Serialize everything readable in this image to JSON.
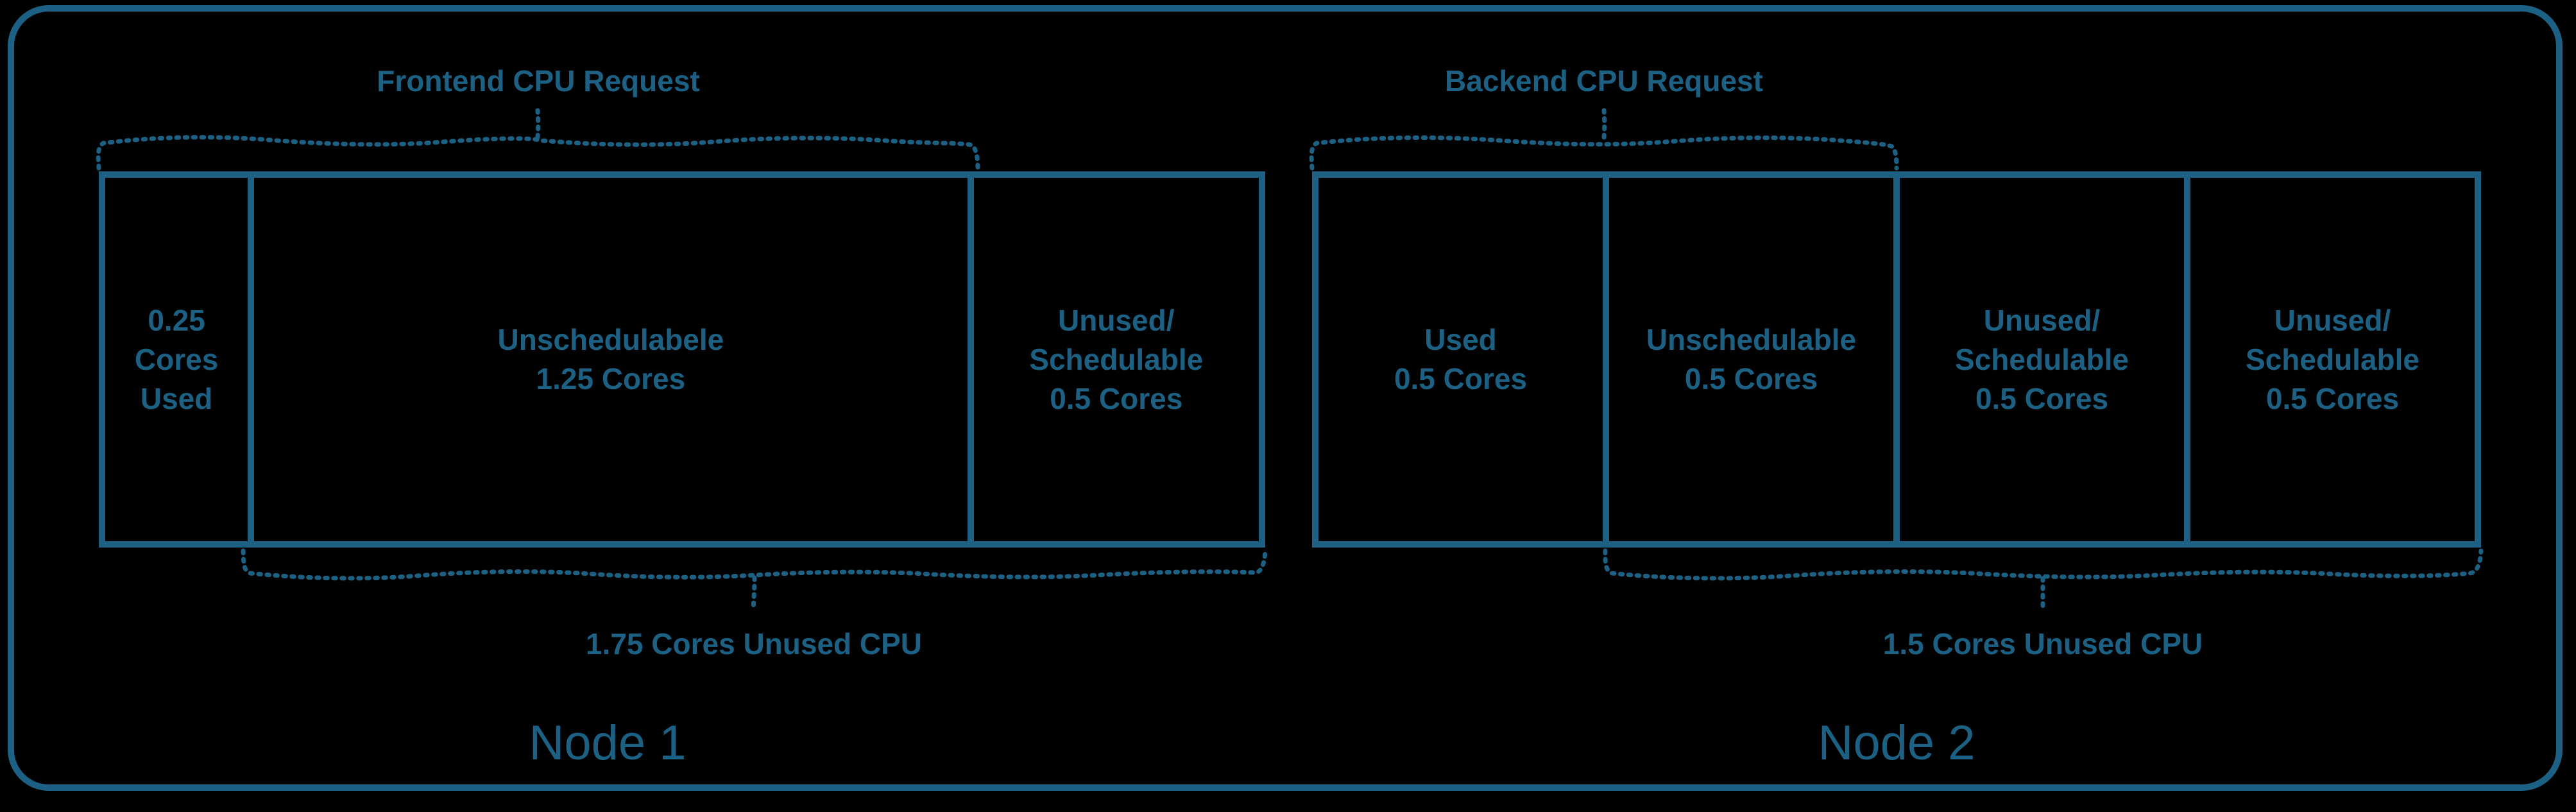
{
  "colors": {
    "ink": "#1C6183",
    "background": "#000000"
  },
  "nodes": [
    {
      "name": "Node 1",
      "top_brace": {
        "label": "Frontend CPU Request"
      },
      "bottom_brace": {
        "label": "1.75 Cores Unused CPU"
      },
      "segments": [
        {
          "label": "0.25\nCores\nUsed",
          "cores": 0.25
        },
        {
          "label": "Unschedulabele\n1.25 Cores",
          "cores": 1.25
        },
        {
          "label": "Unused/\nSchedulable\n0.5 Cores",
          "cores": 0.5
        }
      ]
    },
    {
      "name": "Node 2",
      "top_brace": {
        "label": "Backend CPU Request"
      },
      "bottom_brace": {
        "label": "1.5 Cores Unused CPU"
      },
      "segments": [
        {
          "label": "Used\n0.5 Cores",
          "cores": 0.5
        },
        {
          "label": "Unschedulable\n0.5 Cores",
          "cores": 0.5
        },
        {
          "label": "Unused/\nSchedulable\n0.5 Cores",
          "cores": 0.5
        },
        {
          "label": "Unused/\nSchedulable\n0.5 Cores",
          "cores": 0.5
        }
      ]
    }
  ]
}
